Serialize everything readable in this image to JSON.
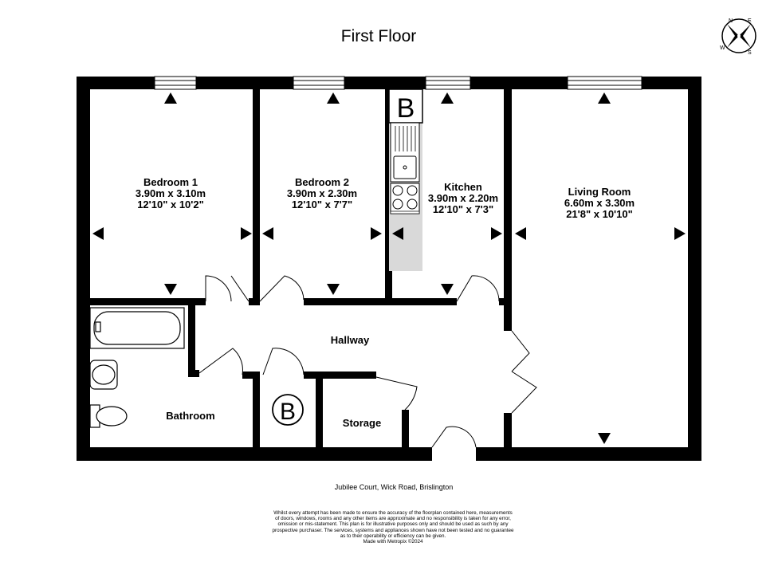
{
  "floor_title": "First Floor",
  "address": "Jubilee Court, Wick Road, Brislington",
  "disclaimer": [
    "Whilst every attempt has been made to ensure the accuracy of the floorplan contained here, measurements",
    "of doors, windows, rooms and any other items are approximate and no responsibility is taken for any error,",
    "omission or mis-statement. This plan is for illustrative purposes only and should be used as such by any",
    "prospective purchaser. The services, systems and appliances shown have not been tested and no guarantee",
    "as to their operability or efficiency can be given.",
    "Made with Metropix ©2024"
  ],
  "compass": {
    "n": "N",
    "e": "E",
    "s": "S",
    "w": "W"
  },
  "boiler_symbol": "B",
  "rooms": {
    "bedroom1": {
      "name": "Bedroom 1",
      "metric": "3.90m  x 3.10m",
      "imperial": "12'10\"  x 10'2\""
    },
    "bedroom2": {
      "name": "Bedroom 2",
      "metric": "3.90m  x 2.30m",
      "imperial": "12'10\"  x 7'7\""
    },
    "kitchen": {
      "name": "Kitchen",
      "metric": "3.90m  x 2.20m",
      "imperial": "12'10\"  x 7'3\""
    },
    "living_room": {
      "name": "Living Room",
      "metric": "6.60m  x 3.30m",
      "imperial": "21'8\"  x 10'10\""
    },
    "hallway": {
      "name": "Hallway"
    },
    "bathroom": {
      "name": "Bathroom"
    },
    "storage": {
      "name": "Storage"
    }
  }
}
